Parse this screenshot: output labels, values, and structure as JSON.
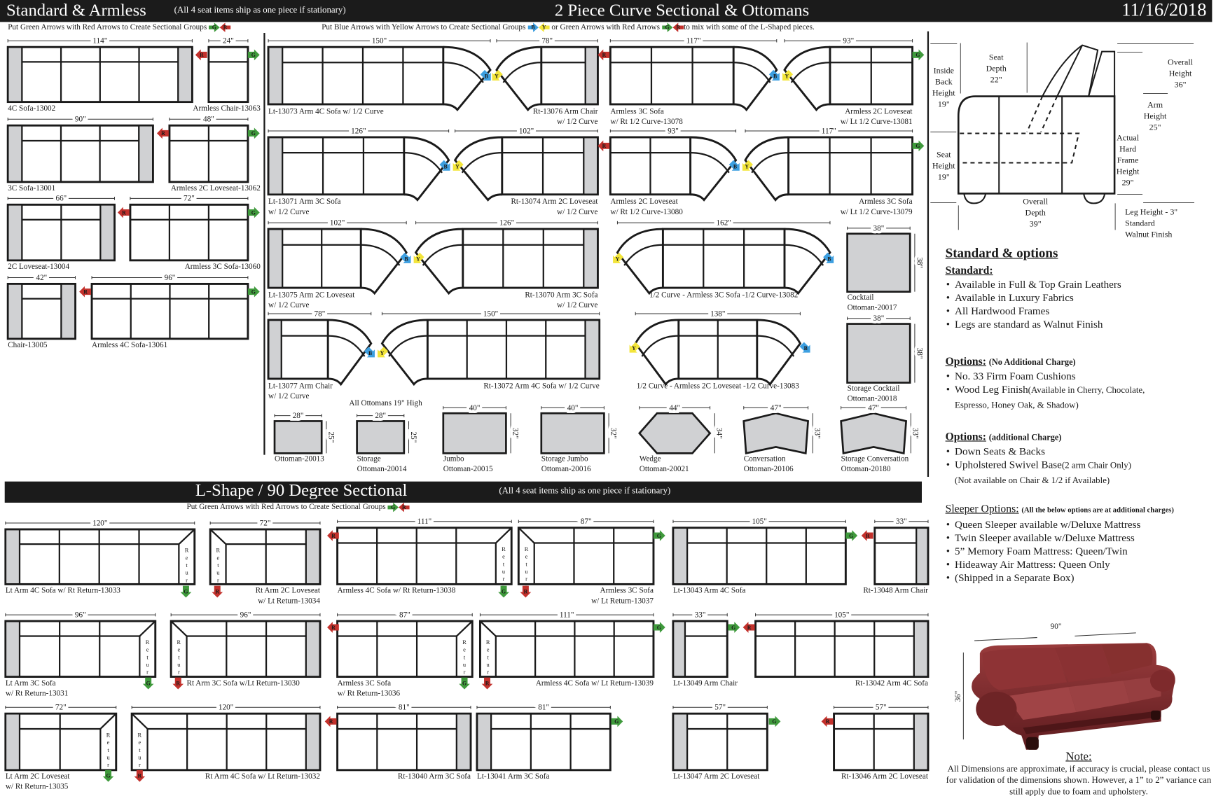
{
  "header": {
    "left_title": "Standard & Armless",
    "left_subtitle": "(All 4 seat items ship as one piece if stationary)",
    "center_title": "2 Piece Curve Sectional & Ottomans",
    "date": "11/16/2018"
  },
  "instructions": {
    "green_red": "Put Green Arrows with Red Arrows to Create Sectional Groups",
    "blue_yellow": "Put Blue Arrows with Yellow Arrows to Create Sectional Groups",
    "or_green_red": "or Green Arrows with Red Arrows",
    "mix": "to mix with some of the L-Shaped pieces."
  },
  "colors": {
    "G": "#3f9a3c",
    "R": "#c3312c",
    "B": "#3d9fe0",
    "Y": "#f3e53a",
    "arm": "#d0d1d3",
    "header_bg": "#1b1b1b"
  },
  "arrow_names": {
    "G": "green",
    "R": "red",
    "B": "blue",
    "Y": "yellow"
  },
  "standard": {
    "pieces": [
      {
        "dim": "114\"",
        "label": [
          "4C Sofa-13002"
        ]
      },
      {
        "dim": "24\"",
        "label": [
          "Armless Chair-13063"
        ]
      },
      {
        "dim": "90\"",
        "label": [
          "3C Sofa-13001"
        ]
      },
      {
        "dim": "48\"",
        "label": [
          "Armless 2C Loveseat-13062"
        ]
      },
      {
        "dim": "66\"",
        "label": [
          "2C Loveseat-13004"
        ]
      },
      {
        "dim": "72\"",
        "label": [
          "Armless 3C Sofa-13060"
        ]
      },
      {
        "dim": "42\"",
        "label": [
          "Chair-13005"
        ]
      },
      {
        "dim": "96\"",
        "label": [
          "Armless 4C Sofa-13061"
        ]
      }
    ]
  },
  "curve": {
    "pieces": [
      {
        "dim": "150\"",
        "label": [
          "Lt-13073 Arm 4C Sofa w/ 1/2 Curve"
        ]
      },
      {
        "dim": "78\"",
        "label": [
          "Rt-13076 Arm Chair",
          "w/ 1/2 Curve"
        ]
      },
      {
        "dim": "117\"",
        "label": [
          "Armless 3C Sofa",
          "w/ Rt 1/2 Curve-13078"
        ]
      },
      {
        "dim": "93\"",
        "label": [
          "Armless 2C Loveseat",
          "w/ Lt 1/2 Curve-13081"
        ]
      },
      {
        "dim": "126\"",
        "label": [
          "Lt-13071 Arm 3C Sofa",
          "w/ 1/2 Curve"
        ]
      },
      {
        "dim": "102\"",
        "label": [
          "Rt-13074 Arm 2C Loveseat",
          "w/ 1/2 Curve"
        ]
      },
      {
        "dim": "93\"",
        "label": [
          "Armless 2C Loveseat",
          "w/ Rt 1/2 Curve-13080"
        ]
      },
      {
        "dim": "117\"",
        "label": [
          "Armless 3C Sofa",
          "w/ Lt 1/2 Curve-13079"
        ]
      },
      {
        "dim": "102\"",
        "label": [
          "Lt-13075 Arm 2C Loveseat",
          "w/ 1/2 Curve"
        ]
      },
      {
        "dim": "126\"",
        "label": [
          "Rt-13070 Arm 3C Sofa",
          "w/ 1/2 Curve"
        ]
      },
      {
        "dim": "162\"",
        "label": [
          "1/2 Curve - Armless 3C Sofa -1/2 Curve-13082"
        ]
      },
      {
        "dim": "78\"",
        "label": [
          "Lt-13077 Arm Chair",
          "w/ 1/2 Curve"
        ]
      },
      {
        "dim": "150\"",
        "label": [
          "Rt-13072 Arm 4C Sofa w/ 1/2 Curve"
        ]
      },
      {
        "dim": "138\"",
        "label": [
          "1/2 Curve - Armless 2C Loveseat -1/2 Curve-13083"
        ]
      }
    ]
  },
  "ottomans": {
    "note": "All Ottomans 19\" High",
    "items": [
      {
        "w": "38\"",
        "h": "38\"",
        "label": [
          "Cocktail",
          "Ottoman-20017"
        ]
      },
      {
        "w": "38\"",
        "h": "38\"",
        "label": [
          "Storage Cocktail",
          "Ottoman-20018"
        ]
      },
      {
        "w": "28\"",
        "h": "25\"",
        "label": [
          "Ottoman-20013"
        ]
      },
      {
        "w": "28\"",
        "h": "25\"",
        "label": [
          "Storage",
          "Ottoman-20014"
        ]
      },
      {
        "w": "40\"",
        "h": "32\"",
        "label": [
          "Jumbo",
          "Ottoman-20015"
        ]
      },
      {
        "w": "40\"",
        "h": "32\"",
        "label": [
          "Storage Jumbo",
          "Ottoman-20016"
        ]
      },
      {
        "w": "44\"",
        "h": "34\"",
        "label": [
          "Wedge",
          "Ottoman-20021"
        ]
      },
      {
        "w": "47\"",
        "h": "33\"",
        "label": [
          "Conversation",
          "Ottoman-20106"
        ]
      },
      {
        "w": "47\"",
        "h": "33\"",
        "label": [
          "Storage Conversation",
          "Ottoman-20180"
        ]
      }
    ]
  },
  "lshape": {
    "title": "L-Shape / 90 Degree Sectional",
    "subtitle": "(All 4 seat items ship as one piece if stationary)",
    "instruction": "Put Green Arrows with Red Arrows to Create Sectional Groups",
    "return_text": "Return",
    "pieces": [
      {
        "dim": "120\"",
        "label": [
          "Lt Arm 4C Sofa w/ Rt Return-13033"
        ]
      },
      {
        "dim": "72\"",
        "label": [
          "Rt Arm 2C Loveseat",
          "w/ Lt Return-13034"
        ]
      },
      {
        "dim": "111\"",
        "label": [
          "Armless 4C Sofa w/ Rt Return-13038"
        ]
      },
      {
        "dim": "87\"",
        "label": [
          "Armless 3C Sofa",
          "w/ Lt Return-13037"
        ]
      },
      {
        "dim": "105\"",
        "label": [
          "Lt-13043 Arm 4C Sofa"
        ]
      },
      {
        "dim": "33\"",
        "label": [
          "Rt-13048 Arm Chair"
        ]
      },
      {
        "dim": "96\"",
        "label": [
          "Lt Arm 3C Sofa",
          "w/ Rt Return-13031"
        ]
      },
      {
        "dim": "96\"",
        "label": [
          "Rt Arm 3C Sofa w/Lt Return-13030"
        ]
      },
      {
        "dim": "87\"",
        "label": [
          "Armless 3C Sofa",
          "w/ Rt Return-13036"
        ]
      },
      {
        "dim": "111\"",
        "label": [
          "Armless 4C Sofa w/ Lt Return-13039"
        ]
      },
      {
        "dim": "33\"",
        "label": [
          "Lt-13049 Arm Chair"
        ]
      },
      {
        "dim": "105\"",
        "label": [
          "Rt-13042 Arm 4C Sofa"
        ]
      },
      {
        "dim": "72\"",
        "label": [
          "Lt Arm 2C Loveseat",
          "w/ Rt Return-13035"
        ]
      },
      {
        "dim": "120\"",
        "label": [
          "Rt Arm 4C Sofa w/ Lt Return-13032"
        ]
      },
      {
        "dim": "81\"",
        "label": [
          "Rt-13040 Arm 3C Sofa"
        ]
      },
      {
        "dim": "81\"",
        "label": [
          "Lt-13041 Arm 3C Sofa"
        ]
      },
      {
        "dim": "57\"",
        "label": [
          "Lt-13047 Arm 2C Loveseat"
        ]
      },
      {
        "dim": "57\"",
        "label": [
          "Rt-13046 Arm 2C Loveseat"
        ]
      }
    ]
  },
  "side_diagram": {
    "inside_back": [
      "Inside",
      "Back",
      "Height",
      "19\""
    ],
    "seat_depth": [
      "Seat",
      "Depth",
      "22\""
    ],
    "overall_height": [
      "Overall",
      "Height",
      "36\""
    ],
    "arm_height": [
      "Arm",
      "Height",
      "25\""
    ],
    "frame_height": [
      "Actual",
      "Hard",
      "Frame",
      "Height",
      "29\""
    ],
    "seat_height": [
      "Seat",
      "Height",
      "19\""
    ],
    "overall_depth": [
      "Overall",
      "Depth",
      "39\""
    ],
    "leg": [
      "Leg Height - 3\"",
      "Standard",
      "Walnut Finish"
    ]
  },
  "options": {
    "title": "Standard & options",
    "standard_heading": "Standard:",
    "standard_items": [
      "Available in Full & Top Grain Leathers",
      "Available in Luxury Fabrics",
      "All Hardwood Frames",
      "Legs are standard as Walnut Finish"
    ],
    "free_heading": "Options:",
    "free_note": "(No Additional Charge)",
    "free_items": [
      "No. 33 Firm Foam Cushions",
      "Wood Leg Finish"
    ],
    "free_item2_small": "(Available in Cherry, Chocolate,",
    "free_item2_small2": "Espresso, Honey Oak, & Shadow)",
    "paid_heading": "Options:",
    "paid_note": "(additional Charge)",
    "paid_items": [
      "Down Seats & Backs",
      "Upholstered Swivel Base"
    ],
    "paid_item2_small": "(2 arm Chair Only)",
    "paid_item2_sub": "(Not available on Chair & 1/2 if Available)",
    "sleeper_heading": "Sleeper Options:",
    "sleeper_note": "(All the below options are at additional charges)",
    "sleeper_items": [
      "Queen Sleeper available w/Deluxe Mattress",
      "Twin Sleeper available w/Deluxe Mattress",
      "5” Memory Foam Mattress: Queen/Twin",
      "Hideaway Air Mattress: Queen Only"
    ],
    "sleeper_tail": "(Shipped in a Separate Box)"
  },
  "photo": {
    "width_dim": "90\"",
    "height_dim": "36\"",
    "sofa_color": "#7b2a2c"
  },
  "note": {
    "title": "Note:",
    "text": "All Dimensions are approximate, if accuracy is crucial, please contact us for validation of the dimensions shown. However, a 1” to 2” variance can still apply due to foam and upholstery."
  }
}
